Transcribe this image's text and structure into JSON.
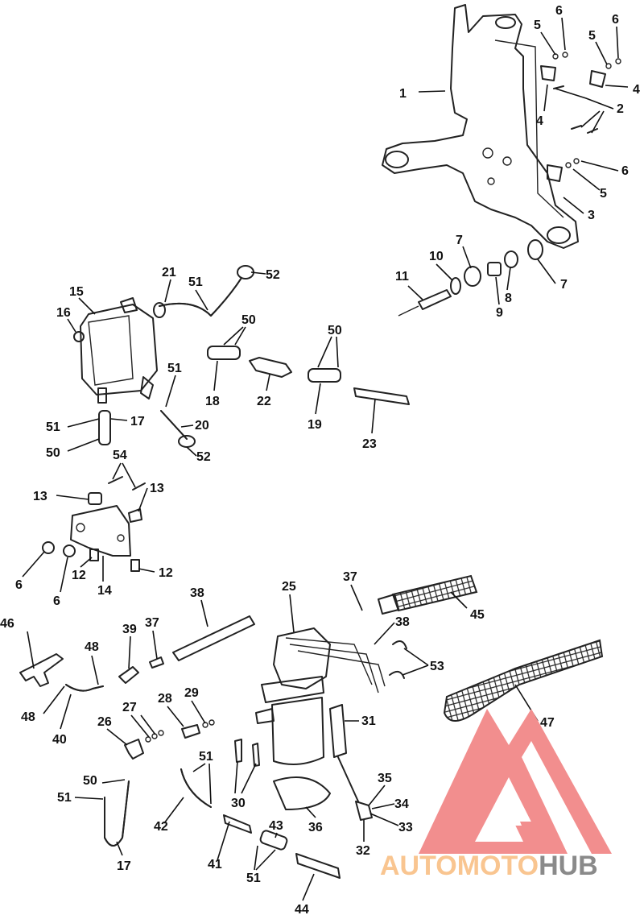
{
  "watermark": {
    "brand_a": "AUTOMOTO",
    "brand_b": "HUB",
    "accent_color": "#f28e8e",
    "text_color_a": "#f9c590",
    "text_color_b": "#8a8a8a"
  },
  "callouts": [
    "1",
    "2",
    "3",
    "4",
    "4",
    "5",
    "5",
    "5",
    "6",
    "6",
    "6",
    "7",
    "7",
    "8",
    "9",
    "10",
    "11",
    "15",
    "16",
    "21",
    "51",
    "52",
    "50",
    "50",
    "18",
    "22",
    "19",
    "23",
    "51",
    "17",
    "51",
    "50",
    "20",
    "52",
    "54",
    "13",
    "13",
    "6",
    "6",
    "12",
    "12",
    "14",
    "25",
    "37",
    "45",
    "38",
    "53",
    "31",
    "36",
    "30",
    "38",
    "37",
    "39",
    "48",
    "46",
    "48",
    "40",
    "28",
    "29",
    "27",
    "26",
    "51",
    "42",
    "41",
    "43",
    "51",
    "44",
    "50",
    "51",
    "17",
    "47",
    "35",
    "34",
    "33",
    "32"
  ]
}
